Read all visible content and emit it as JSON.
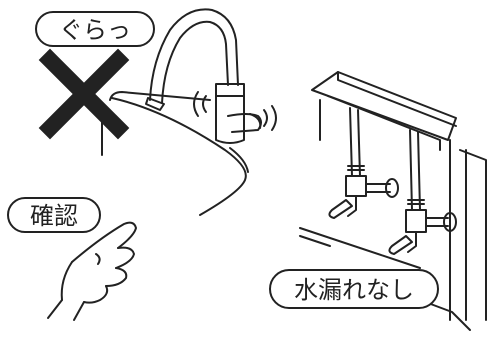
{
  "labels": {
    "wobble": "ぐらっ",
    "check": "確認",
    "no_leak": "水漏れなし"
  },
  "icons": {
    "prohibited_mark": "cross-mark-icon",
    "faucet": "faucet-icon",
    "hand": "pointing-hand-icon",
    "valve": "stop-valve-icon"
  },
  "colors": {
    "line": "#222222",
    "cross": "#222222",
    "background": "#ffffff"
  }
}
